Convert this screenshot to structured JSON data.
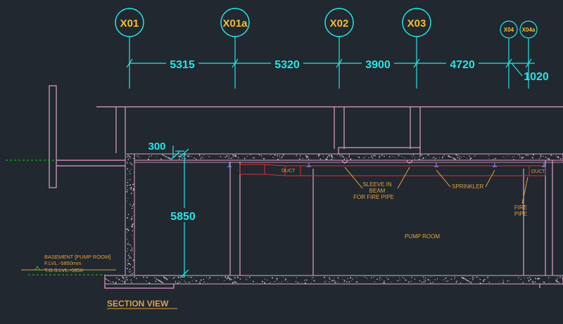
{
  "drawing": {
    "grid_labels": [
      "X01",
      "X01a",
      "X02",
      "X03",
      "X04",
      "X04a"
    ],
    "dimensions": {
      "d1": "5315",
      "d2": "5320",
      "d3": "3900",
      "d4": "4720",
      "d5": "1020",
      "wall_thickness": "300",
      "height": "5850"
    },
    "notes": {
      "duct_left": "DUCT",
      "duct_right": "DUCT",
      "sleeve_line1": "SLEEVE IN",
      "sleeve_line2": "BEAM",
      "sleeve_line3": "FOR FIRE PIPE",
      "sprinkler": "SPRINKLER",
      "fire_pipe_line1": "FIRE",
      "fire_pipe_line2": "PIPE",
      "room": "PUMP ROOM",
      "level_line1": "BASEMENT [PUMP ROOM]",
      "level_line2": "F.LVL.-5850mm",
      "level_line3": "T.O.S.LVL.-5850"
    },
    "title": "SECTION VIEW"
  },
  "colors": {
    "background": "#212830",
    "grid": "#22e6e6",
    "grid_text": "#f0c030",
    "structure": "#e0a0c8",
    "annotation": "#e0a040",
    "duct": "#e03030",
    "sprinkler": "#8080ff",
    "level_line": "#20c020",
    "concrete": "#c0c0c0"
  }
}
